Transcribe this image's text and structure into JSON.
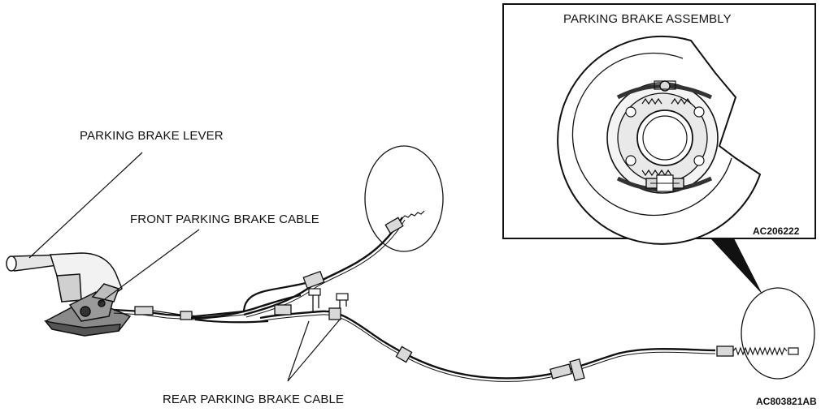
{
  "labels": {
    "parking_brake_lever": "PARKING BRAKE LEVER",
    "front_cable": "FRONT PARKING BRAKE CABLE",
    "rear_cable": "REAR PARKING BRAKE CABLE",
    "assembly": "PARKING BRAKE ASSEMBLY"
  },
  "codes": {
    "inset": "AC206222",
    "figure": "AC803821AB"
  },
  "colors": {
    "line": "#111111",
    "fill_light": "#f2f2f2",
    "fill_mid": "#d9d9d9",
    "fill_dark": "#7a7a7a"
  }
}
